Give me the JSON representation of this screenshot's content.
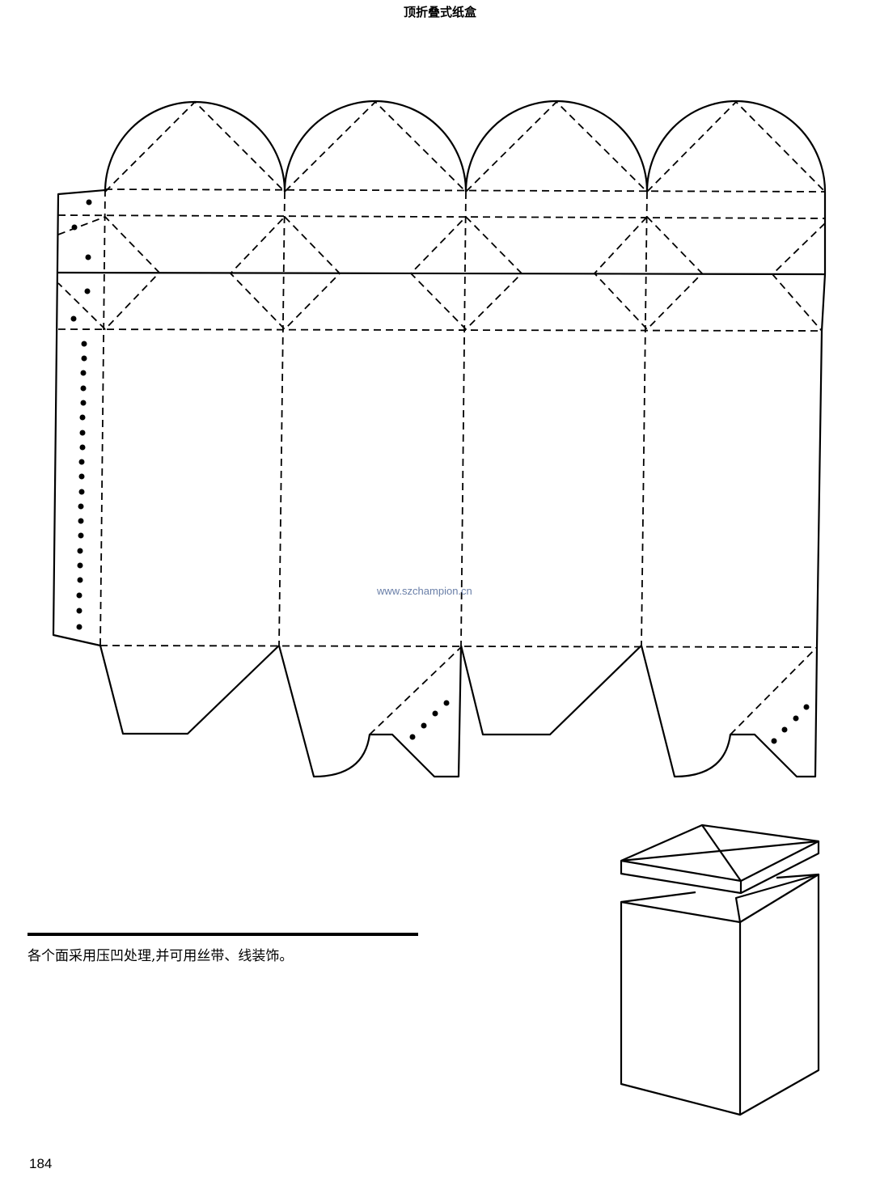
{
  "header": {
    "title": "顶折叠式纸盒"
  },
  "watermark": "www.szchampion.cn",
  "caption": "各个面采用压凹处理,并可用丝带、线装饰。",
  "page_number": "184",
  "colors": {
    "line": "#000000",
    "watermark": "#6a7fa8"
  }
}
